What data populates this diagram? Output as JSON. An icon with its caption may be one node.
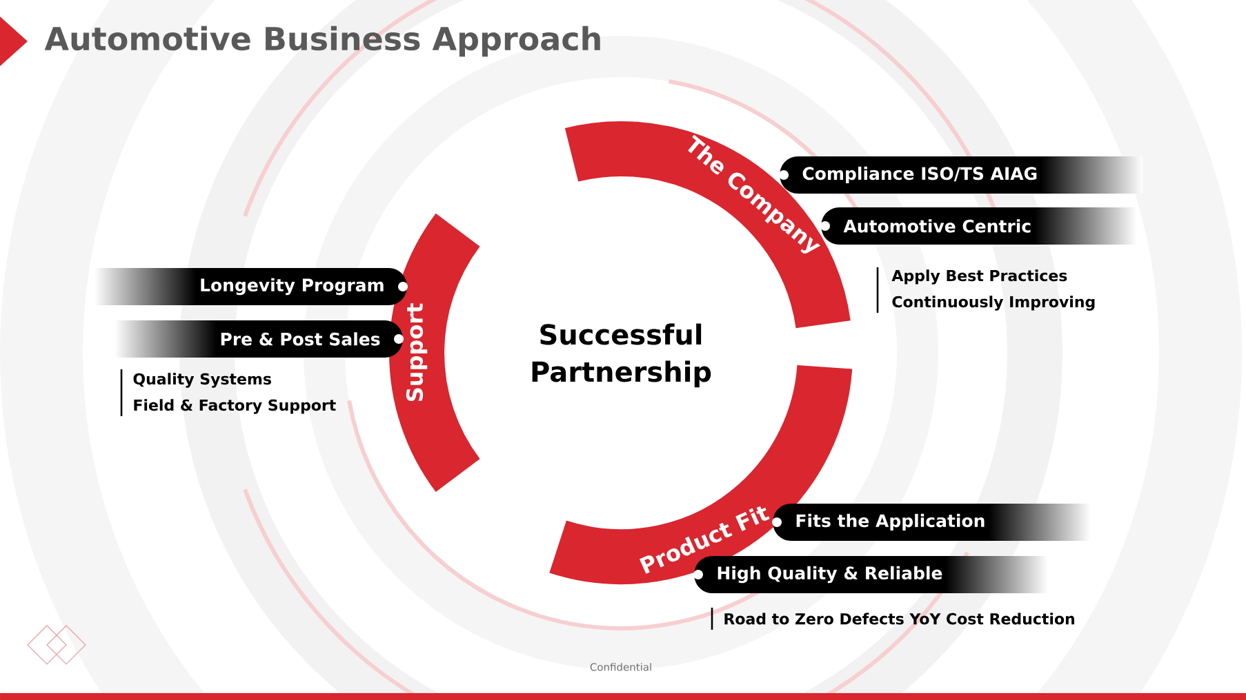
{
  "diagram": {
    "title": "Automotive Business Approach",
    "nodes": [
      {
        "text": [
          "Successful Partnership"
        ]
      },
      {
        "text": [
          "The Company"
        ]
      },
      {
        "text": [
          "Compliance ISO/TS AIAG"
        ]
      },
      {
        "text": [
          "Automotive Centric"
        ]
      },
      {
        "text": [
          "Support"
        ]
      },
      {
        "text": [
          "Longevity Program"
        ]
      },
      {
        "text": [
          "Pre & Post Sales"
        ]
      },
      {
        "text": [
          "Product Fit"
        ]
      },
      {
        "text": [
          "Fits the Application"
        ]
      },
      {
        "text": [
          "High Quality & Reliable"
        ]
      }
    ],
    "labels": [
      "Apply Best Practices",
      "Continuously Improving",
      "Quality Systems",
      "Field & Factory Support",
      "Road to Zero Defects YoY Cost Reduction",
      "Confidential"
    ]
  }
}
